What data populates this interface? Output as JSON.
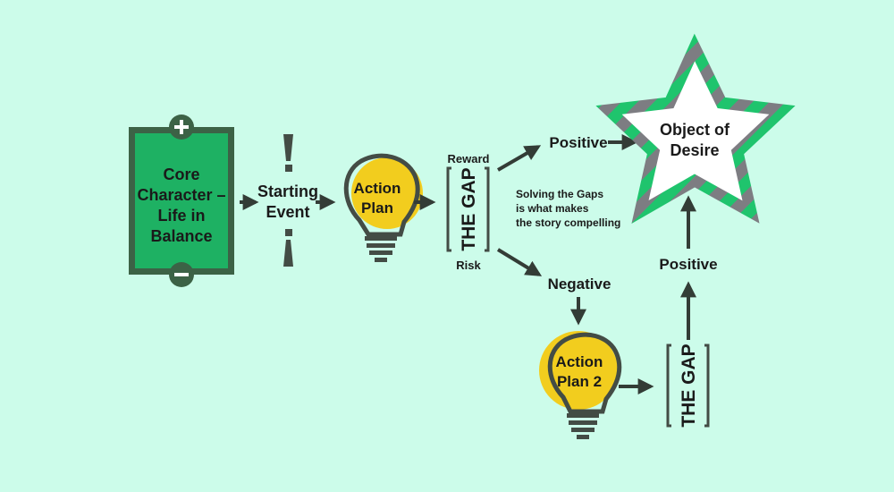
{
  "diagram": {
    "core": {
      "lines": [
        "Core",
        "Character –",
        "Life in",
        "Balance"
      ],
      "plus": "+",
      "minus": "−"
    },
    "starting_event": {
      "lines": [
        "Starting",
        "Event"
      ]
    },
    "action_plan": {
      "lines": [
        "Action",
        "Plan"
      ]
    },
    "action_plan_2": {
      "lines": [
        "Action",
        "Plan 2"
      ]
    },
    "gap_label": "THE GAP",
    "reward_label": "Reward",
    "risk_label": "Risk",
    "positive_top": "Positive",
    "negative": "Negative",
    "positive_right": "Positive",
    "solving_note": [
      "Solving the Gaps",
      "is what makes",
      "the story compelling"
    ],
    "object_of_desire": {
      "lines": [
        "Object of",
        "Desire"
      ]
    }
  },
  "colors": {
    "background": "#ccfcea",
    "core_fill": "#1eb163",
    "core_border": "#3c6246",
    "bulb_yellow": "#f2cd1e",
    "bulb_outline": "#434c45",
    "star_green": "#1fc46d",
    "star_grey": "#7d7d82",
    "arrow": "#333c36"
  }
}
